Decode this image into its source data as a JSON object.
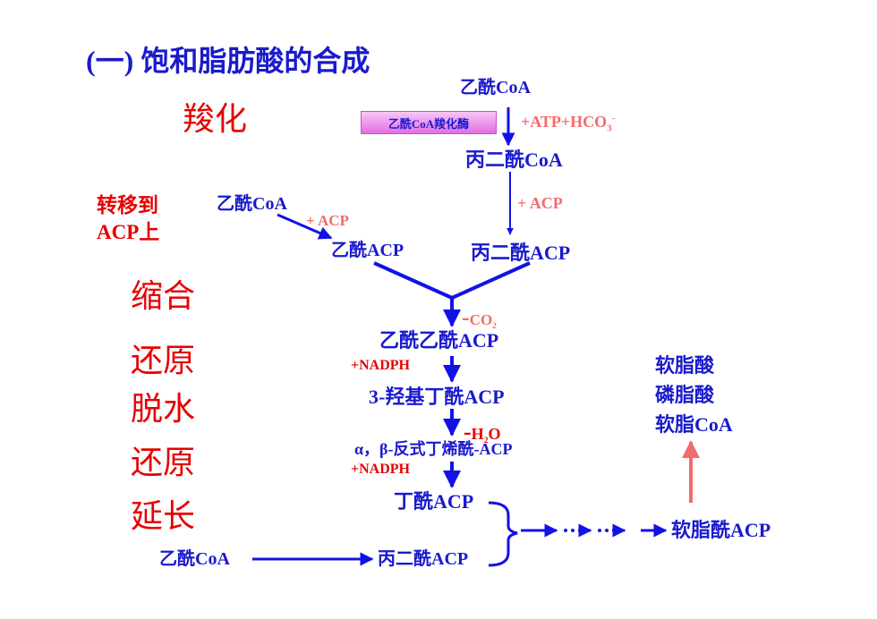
{
  "title": "(一) 饱和脂肪酸的合成",
  "steps": {
    "carboxylation": "羧化",
    "transfer_line1": "转移到",
    "transfer_line2": "ACP上",
    "condensation": "缩合",
    "reduction1": "还原",
    "dehydration": "脱水",
    "reduction2": "还原",
    "elongation": "延长"
  },
  "molecules": {
    "acetyl_coa_top": "乙酰CoA",
    "enzyme": "乙酰CoA羧化酶",
    "atp_hco3": "+ATP+HCO",
    "hco3_sub": "3",
    "hco3_sup": "-",
    "malonyl_coa": "丙二酰CoA",
    "plus_acp_right": "+ ACP",
    "acetyl_coa_left": "乙酰CoA",
    "plus_acp_left": "+ ACP",
    "acetyl_acp": "乙酰ACP",
    "malonyl_acp": "丙二酰ACP",
    "co2_minus": "-",
    "co2": "CO",
    "co2_sub": "2",
    "acetoacetyl_acp": "乙酰乙酰ACP",
    "nadph1": "+NADPH",
    "hydroxybutyryl_acp": "3-羟基丁酰ACP",
    "h2o_minus": "-",
    "h2o_h": "H",
    "h2o_sub": "2",
    "h2o_o": "O",
    "butenoyl_acp": "α，β-反式丁烯酰-ACP",
    "nadph2": "+NADPH",
    "butyryl_acp": "丁酰ACP",
    "acetyl_coa_bottom": "乙酰CoA",
    "malonyl_acp_bottom": "丙二酰ACP",
    "palmitoyl_acp": "软脂酰ACP",
    "products": [
      "软脂酸",
      "磷脂酸",
      "软脂CoA"
    ]
  },
  "colors": {
    "title": "#1a1acd",
    "step_labels": "#e80000",
    "arrows": "#1212e6",
    "cofactor": "#f26b6b",
    "product_arrow": "#f26b6b",
    "enzyme_box": "#e26fe2"
  }
}
